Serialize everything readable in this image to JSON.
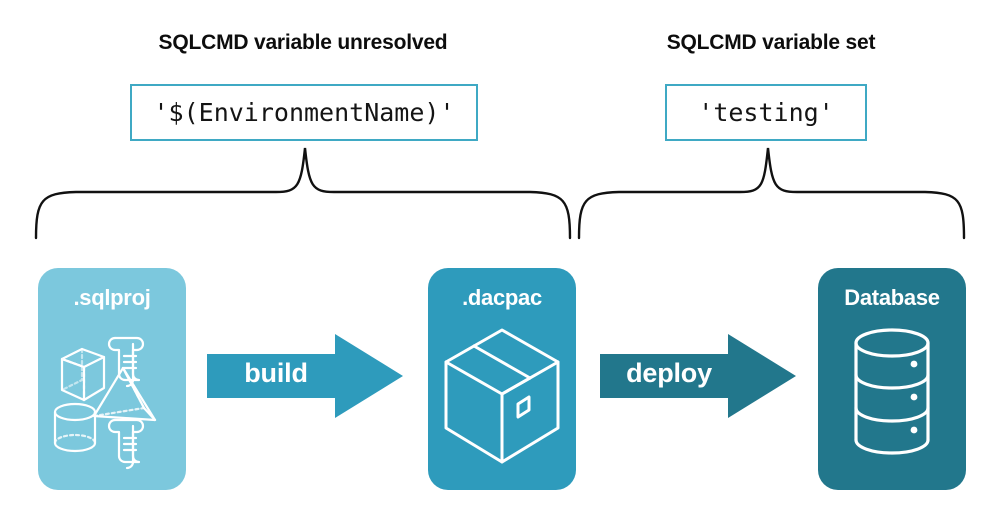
{
  "groups": [
    {
      "title": "SQLCMD variable unresolved",
      "value": "'$(EnvironmentName)'",
      "brace": "curly-brace-left"
    },
    {
      "title": "SQLCMD variable set",
      "value": "'testing'",
      "brace": "curly-brace-right"
    }
  ],
  "pipeline": {
    "cards": [
      {
        "label": ".sqlproj",
        "color": "#7CC8DD",
        "icons": [
          "cube-icon",
          "script-scroll-icon",
          "pyramid-icon",
          "cylinder-icon",
          "script-scroll-icon"
        ]
      },
      {
        "label": ".dacpac",
        "color": "#2E9BBC",
        "icons": [
          "package-box-icon"
        ]
      },
      {
        "label": "Database",
        "color": "#22778C",
        "icons": [
          "database-cylinder-icon"
        ]
      }
    ],
    "arrows": [
      {
        "label": "build",
        "color": "#2E9BBC",
        "icon": "arrow-right-icon"
      },
      {
        "label": "deploy",
        "color": "#22778C",
        "icon": "arrow-right-icon"
      }
    ]
  },
  "colors": {
    "background": "#ffffff",
    "box_border": "#3FA9C4",
    "text": "#0d0d0d",
    "brace_stroke": "#111111",
    "light_blue": "#7CC8DD",
    "mid_blue": "#2E9BBC",
    "dark_teal": "#22778C"
  }
}
